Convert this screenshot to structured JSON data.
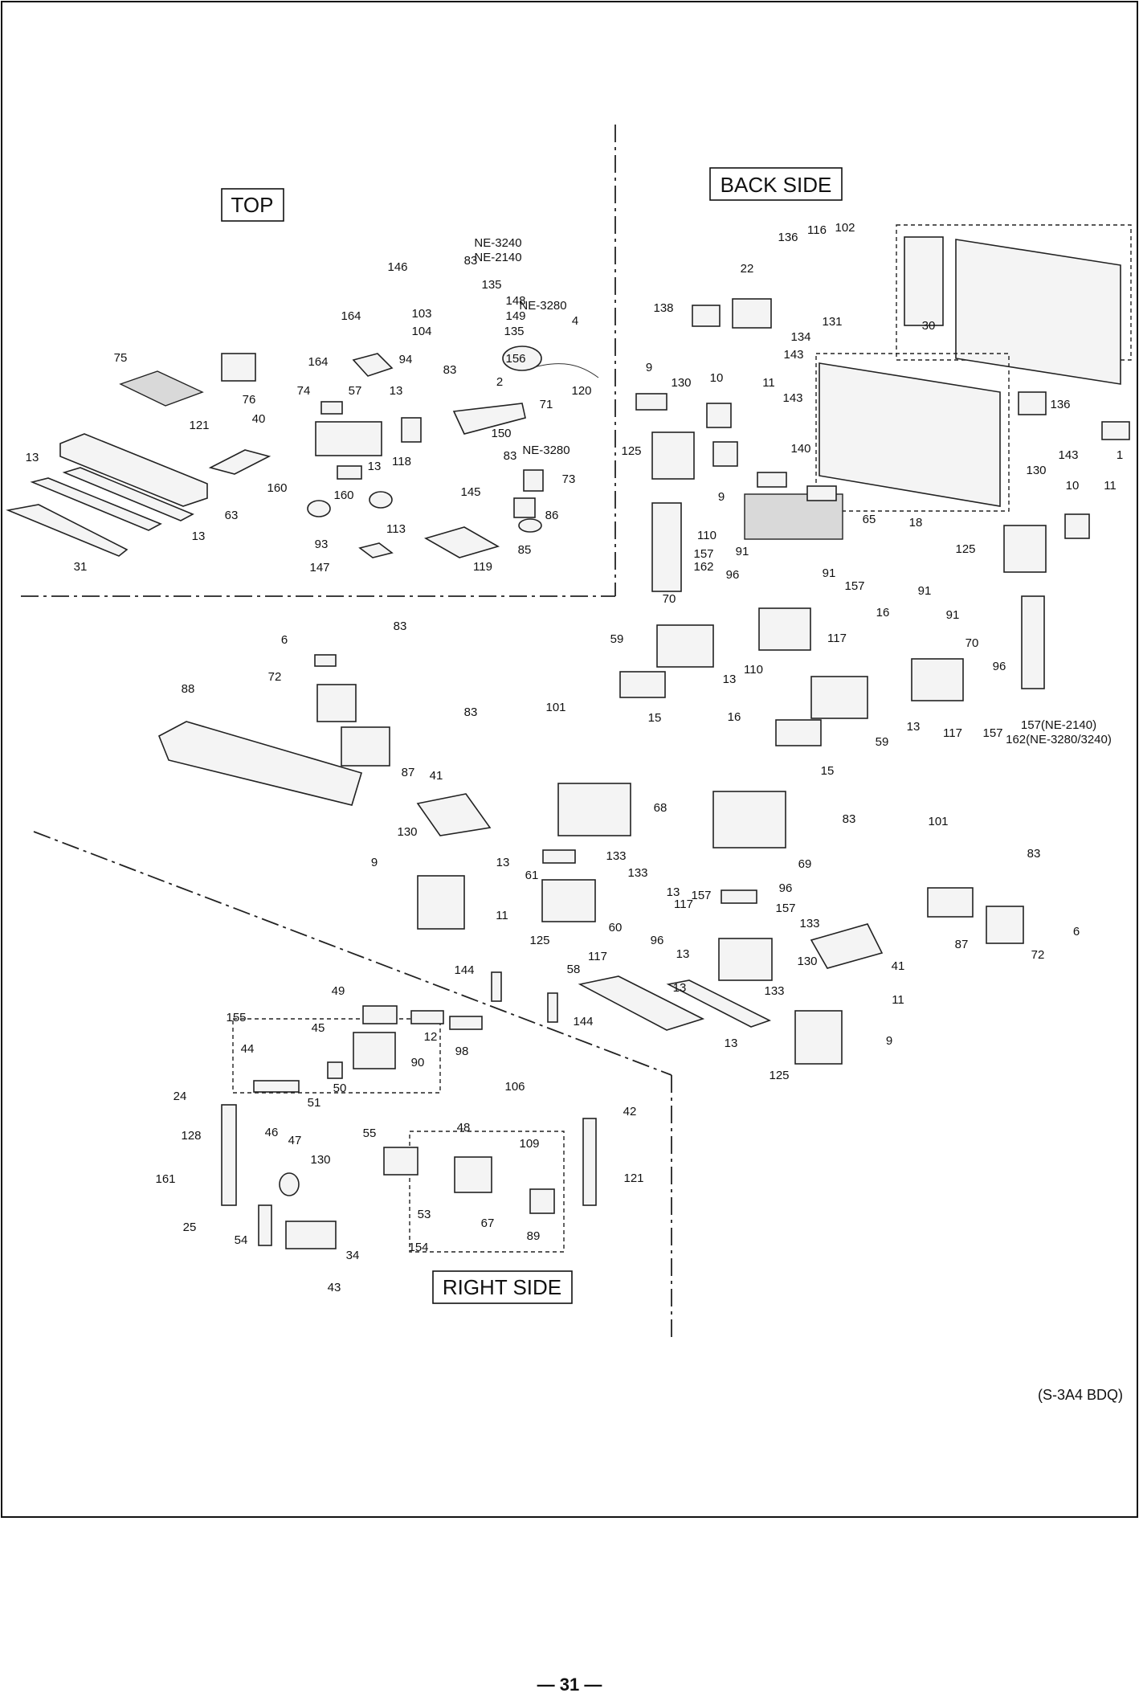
{
  "sections": {
    "top": "TOP",
    "back_side": "BACK SIDE",
    "right_side": "RIGHT SIDE"
  },
  "doc_code": "(S-3A4 BDQ)",
  "page_number": "— 31 —",
  "callouts": {
    "top": [
      "146",
      "83",
      "NE-3240",
      "NE-2140",
      "135",
      "148",
      "NE-3280",
      "149",
      "135",
      "103",
      "104",
      "4",
      "164",
      "156",
      "120",
      "75",
      "76",
      "94",
      "164",
      "74",
      "57",
      "13",
      "83",
      "2",
      "71",
      "121",
      "40",
      "150",
      "83",
      "NE-3280",
      "73",
      "13",
      "118",
      "160",
      "160",
      "145",
      "86",
      "63",
      "13",
      "13",
      "93",
      "113",
      "85",
      "31",
      "147",
      "119"
    ],
    "back": [
      "136",
      "116",
      "102",
      "22",
      "138",
      "134",
      "131",
      "30",
      "143",
      "9",
      "130",
      "10",
      "11",
      "143",
      "136",
      "125",
      "140",
      "143",
      "1",
      "9",
      "130",
      "10",
      "11",
      "65",
      "18",
      "125",
      "110",
      "157",
      "162",
      "91",
      "96",
      "91",
      "70",
      "157",
      "117",
      "91",
      "16",
      "59",
      "13",
      "110",
      "91",
      "70",
      "96",
      "15",
      "16",
      "59",
      "13",
      "117",
      "157",
      "157(NE-2140)",
      "162(NE-3280/3240)",
      "15"
    ],
    "front": [
      "6",
      "83",
      "72",
      "88",
      "87",
      "83",
      "101",
      "41",
      "68",
      "130",
      "9",
      "13",
      "61",
      "133",
      "133",
      "11",
      "125",
      "117",
      "13",
      "157",
      "96",
      "60",
      "96",
      "157",
      "133",
      "133",
      "117",
      "13",
      "13",
      "41",
      "101",
      "83",
      "69",
      "83",
      "87",
      "72",
      "6",
      "144",
      "58",
      "144",
      "130",
      "11",
      "9",
      "13",
      "125"
    ],
    "right": [
      "49",
      "155",
      "12",
      "45",
      "44",
      "90",
      "51",
      "50",
      "98",
      "106",
      "24",
      "42",
      "128",
      "46",
      "47",
      "55",
      "48",
      "109",
      "161",
      "130",
      "121",
      "25",
      "54",
      "53",
      "67",
      "89",
      "34",
      "154",
      "43"
    ]
  }
}
